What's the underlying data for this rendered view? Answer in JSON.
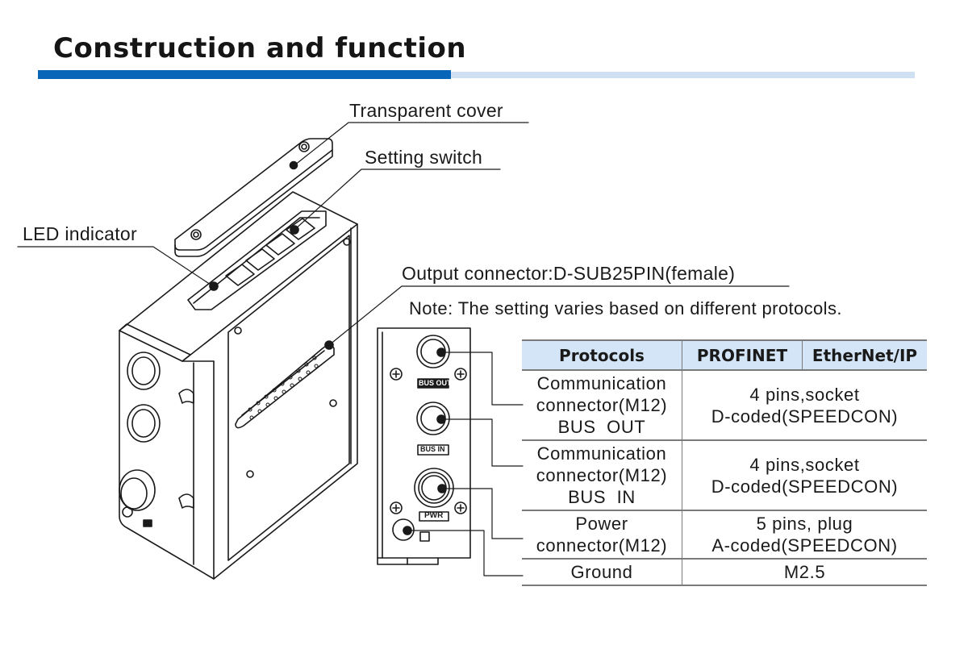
{
  "header": {
    "title": "Construction and function",
    "accent_color": "#0866b8",
    "accent_light_color": "#cfe0f2"
  },
  "callouts": {
    "transparent_cover": "Transparent cover",
    "setting_switch": "Setting switch",
    "led_indicator": "LED indicator",
    "output_connector": "Output connector:D-SUB25PIN(female)"
  },
  "note": "Note: The setting varies based on different protocols.",
  "panel_labels": {
    "bus_out": "BUS OUT",
    "bus_in": "BUS IN",
    "pwr": "PWR"
  },
  "table": {
    "header_bg": "#d3e5f6",
    "headers": [
      "Protocols",
      "PROFINET",
      "EtherNet/IP"
    ],
    "rows": [
      {
        "name_lines": [
          "Communication",
          "connector(M12)",
          "BUS  OUT"
        ],
        "value_lines": [
          "4 pins,socket",
          "D-coded(SPEEDCON)"
        ]
      },
      {
        "name_lines": [
          "Communication",
          "connector(M12)",
          "BUS  IN"
        ],
        "value_lines": [
          "4 pins,socket",
          "D-coded(SPEEDCON)"
        ]
      },
      {
        "name_lines": [
          "Power",
          "connector(M12)"
        ],
        "value_lines": [
          "5 pins, plug",
          "A-coded(SPEEDCON)"
        ]
      },
      {
        "name_lines": [
          "Ground"
        ],
        "value_lines": [
          "M2.5"
        ]
      }
    ]
  }
}
